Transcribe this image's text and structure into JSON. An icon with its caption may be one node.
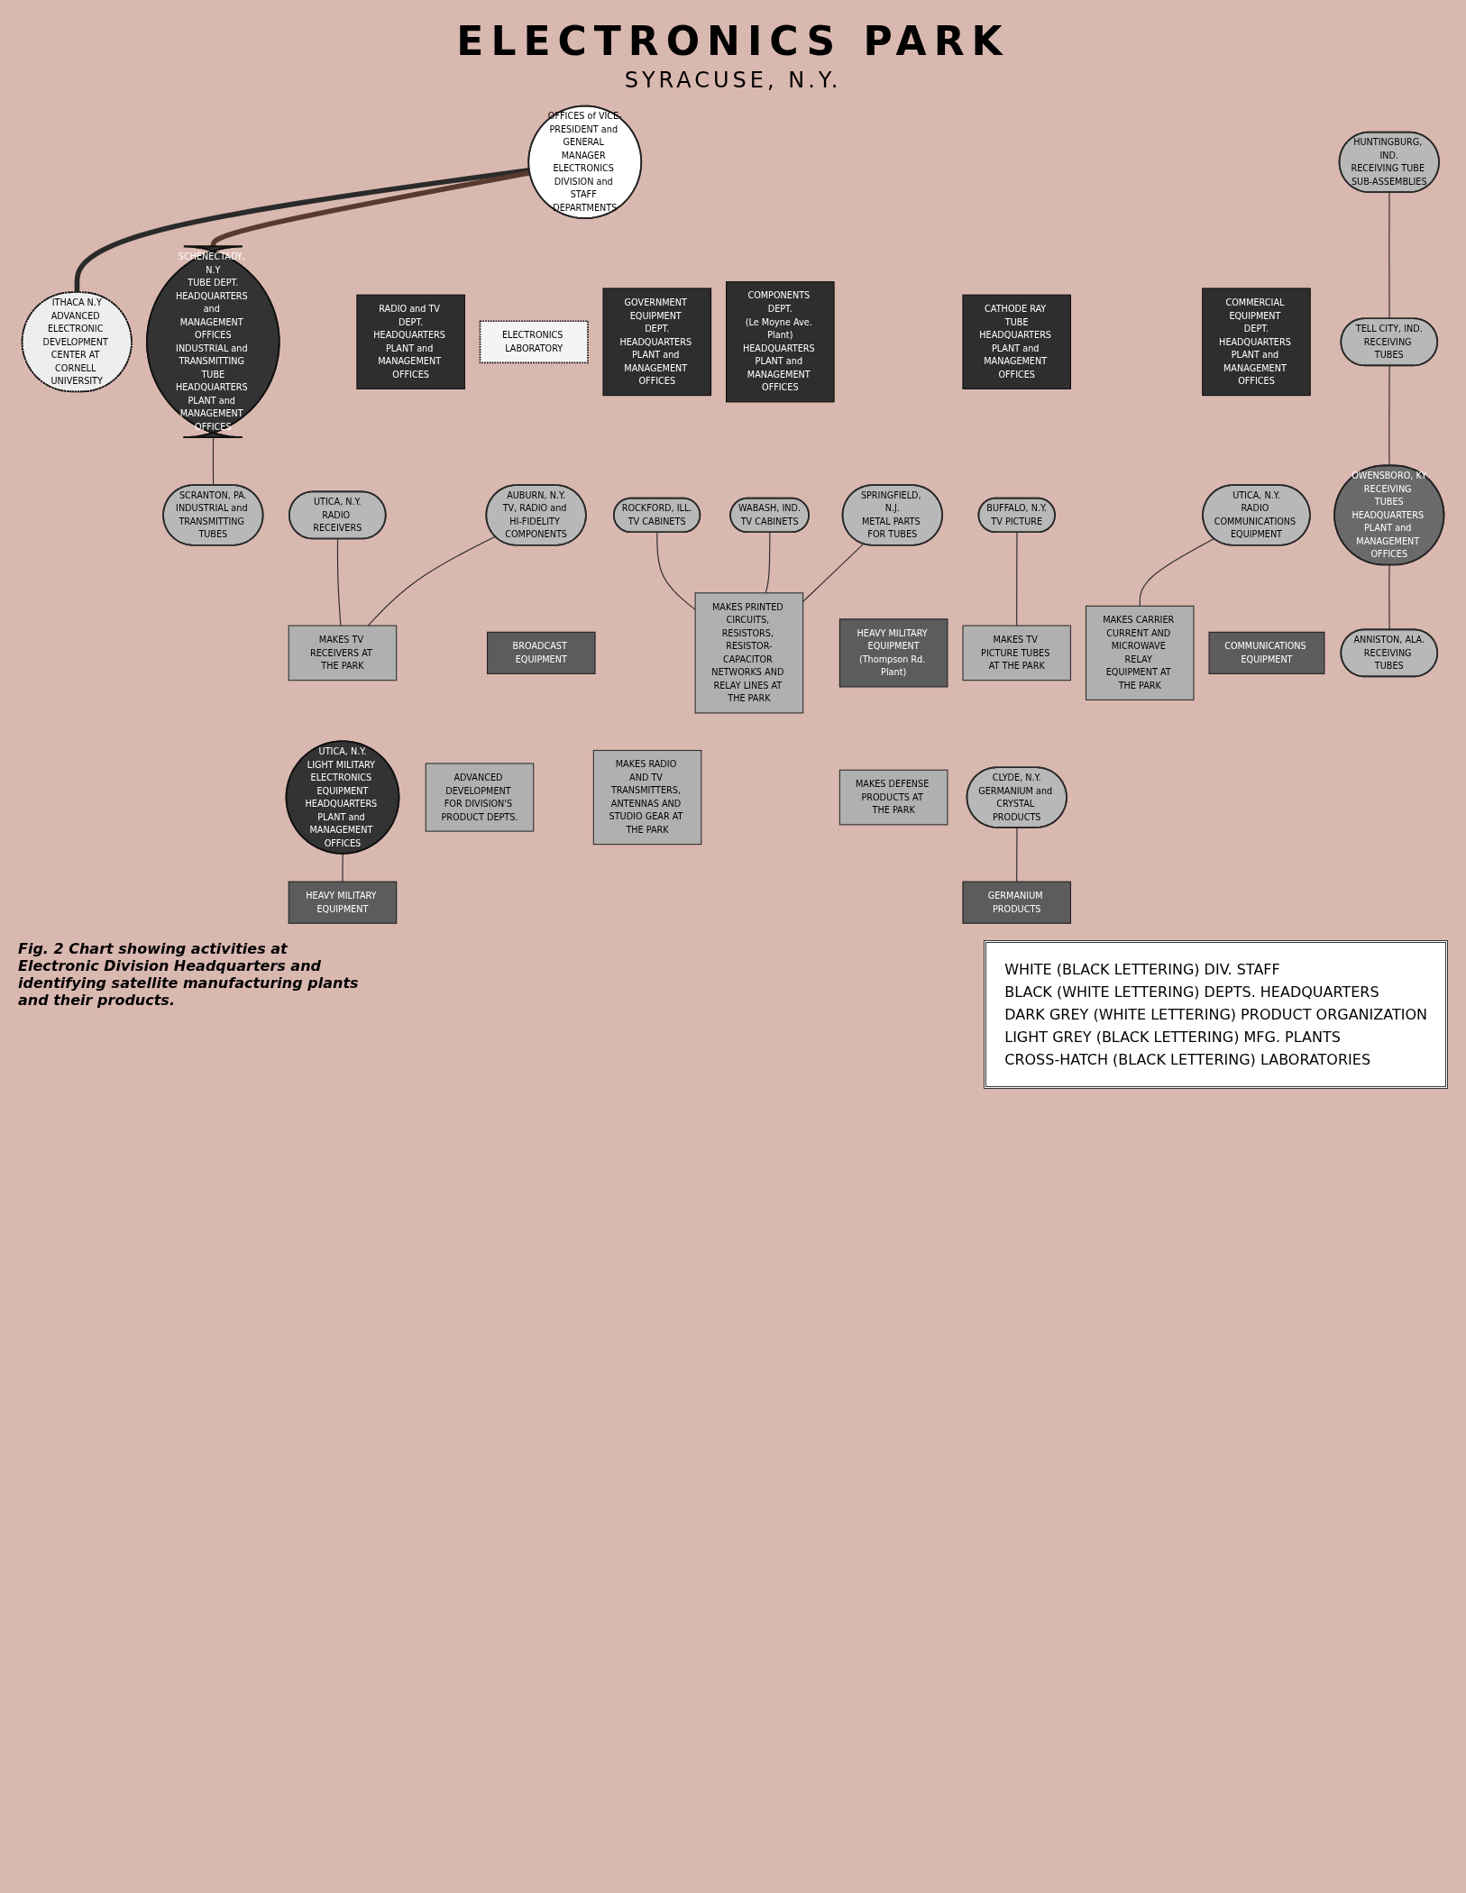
{
  "diagram": {
    "title": "ELECTRONICS PARK",
    "caption": "Fig. 2 Chart showing activities at Electronic Division Headquarters and identifying satellite manufacturing plants and their products.",
    "nodes": [
      {
        "text": [
          "OFFICES of VICE-PRESIDENT and GENERAL MANAGER ELECTRONICS DIVISION and STAFF DEPARTMENTS"
        ]
      },
      {
        "text": [
          "RADIO and TV DEPT.",
          "HEADQUARTERS PLANT and MANAGEMENT OFFICES"
        ]
      },
      {
        "text": [
          "ELECTRONICS LABORATORY"
        ]
      },
      {
        "text": [
          "GOVERNMENT EQUIPMENT DEPT.",
          "HEADQUARTERS PLANT and MANAGEMENT OFFICES"
        ]
      },
      {
        "text": [
          "COMPONENTS DEPT.",
          "(Le Moyne Ave. Plant)",
          "HEADQUARTERS PLANT and MANAGEMENT OFFICES"
        ]
      },
      {
        "text": [
          "CATHODE RAY TUBE",
          "HEADQUARTERS PLANT and MANAGEMENT OFFICES"
        ]
      },
      {
        "text": [
          "COMMERCIAL EQUIPMENT DEPT.",
          "HEADQUARTERS PLANT and MANAGEMENT OFFICES"
        ]
      },
      {
        "text": [
          "BROADCAST EQUIPMENT"
        ]
      },
      {
        "text": [
          "COMMUNICATIONS EQUIPMENT"
        ]
      },
      {
        "text": [
          "GERMANIUM PRODUCTS"
        ]
      },
      {
        "text": [
          "HEAVY MILITARY EQUIPMENT"
        ]
      },
      {
        "text": [
          "HEAVY MILITARY EQUIPMENT",
          "(Thompson Rd. Plant)"
        ]
      },
      {
        "text": [
          "MAKES TV RECEIVERS AT THE PARK"
        ]
      },
      {
        "text": [
          "ADVANCED DEVELOPMENT FOR DIVISION'S PRODUCT DEPTS."
        ]
      },
      {
        "text": [
          "MAKES DEFENSE PRODUCTS AT THE PARK"
        ]
      },
      {
        "text": [
          "MAKES PRINTED CIRCUITS, RESISTORS, RESISTOR-CAPACITOR NETWORKS AND RELAY LINES AT THE PARK"
        ]
      },
      {
        "text": [
          "MAKES TV PICTURE TUBES AT THE PARK"
        ]
      },
      {
        "text": [
          "MAKES CARRIER CURRENT AND MICROWAVE RELAY EQUIPMENT AT THE PARK"
        ]
      },
      {
        "text": [
          "MAKES RADIO AND TV TRANSMITTERS, ANTENNAS AND STUDIO GEAR AT THE PARK"
        ]
      },
      {
        "text": [
          "UTICA, N.Y.",
          "RADIO RECEIVERS"
        ]
      },
      {
        "text": [
          "AUBURN, N.Y.",
          "TV, RADIO and HI-FIDELITY COMPONENTS"
        ]
      },
      {
        "text": [
          "UTICA, N.Y.",
          "LIGHT MILITARY ELECTRONICS EQUIPMENT",
          "HEADQUARTERS PLANT and MANAGEMENT OFFICES"
        ]
      },
      {
        "text": [
          "ITHACA N.Y",
          "ADVANCED ELECTRONIC DEVELOPMENT CENTER AT CORNELL UNIVERSITY"
        ]
      },
      {
        "text": [
          "UTICA, N.Y.",
          "RADIO COMMUNICATIONS EQUIPMENT"
        ]
      },
      {
        "text": [
          "CLYDE, N.Y.",
          "GERMANIUM and CRYSTAL PRODUCTS"
        ]
      },
      {
        "text": [
          "BUFFALO, N.Y.",
          "TV PICTURE"
        ]
      },
      {
        "text": [
          "ROCKFORD, ILL.",
          "TV CABINETS"
        ]
      },
      {
        "text": [
          "WABASH, IND.",
          "TV CABINETS"
        ]
      },
      {
        "text": [
          "SPRINGFIELD, N.J.",
          "METAL PARTS FOR TUBES"
        ]
      },
      {
        "text": [
          "SCHENECTADY, N.Y",
          "TUBE DEPT.",
          "HEADQUARTERS and MANAGEMENT OFFICES",
          "INDUSTRIAL and TRANSMITTING TUBE",
          "HEADQUARTERS PLANT and MANAGEMENT OFFICES"
        ]
      },
      {
        "text": [
          "HUNTINGBURG, IND.",
          "RECEIVING TUBE SUB-ASSEMBLIES"
        ]
      },
      {
        "text": [
          "TELL CITY, IND.",
          "RECEIVING TUBES"
        ]
      },
      {
        "text": [
          "SCRANTON, PA.",
          "INDUSTRIAL and TRANSMITTING TUBES"
        ]
      },
      {
        "text": [
          "OWENSBORO, KY",
          "RECEIVING TUBES",
          "HEADQUARTERS PLANT and MANAGEMENT OFFICES"
        ]
      },
      {
        "text": [
          "ANNISTON, ALA.",
          "RECEIVING TUBES"
        ]
      }
    ],
    "edges": [
      {
        "from": 19,
        "to": 12,
        "arrow": "none"
      },
      {
        "from": 20,
        "to": 12,
        "arrow": "none"
      },
      {
        "from": 21,
        "to": 10,
        "arrow": "none"
      },
      {
        "from": 0,
        "to": 22,
        "arrow": "none",
        "style": "thick"
      },
      {
        "from": 23,
        "to": 17,
        "arrow": "none"
      },
      {
        "from": 24,
        "to": 9,
        "arrow": "none"
      },
      {
        "from": 25,
        "to": 16,
        "arrow": "none"
      },
      {
        "from": 26,
        "to": 15,
        "arrow": "none"
      },
      {
        "from": 27,
        "to": 15,
        "arrow": "none"
      },
      {
        "from": 28,
        "to": 15,
        "arrow": "none"
      },
      {
        "from": 0,
        "to": 29,
        "arrow": "none",
        "style": "thick",
        "color": "#5a3a2e"
      },
      {
        "from": 29,
        "to": 32,
        "arrow": "none"
      },
      {
        "from": 30,
        "to": 31,
        "arrow": "none"
      },
      {
        "from": 31,
        "to": 33,
        "arrow": "none"
      },
      {
        "from": 33,
        "to": 34,
        "arrow": "none"
      }
    ],
    "labels": [
      "SYRACUSE, N.Y."
    ],
    "legend": [
      {
        "text": "WHITE (BLACK LETTERING) DIV. STAFF"
      },
      {
        "text": "BLACK (WHITE LETTERING) DEPTS. HEADQUARTERS"
      },
      {
        "text": "DARK GREY (WHITE LETTERING) PRODUCT ORGANIZATION"
      },
      {
        "text": "LIGHT GREY (BLACK LETTERING) MFG. PLANTS"
      },
      {
        "text": "CROSS-HATCH (BLACK LETTERING) LABORATORIES"
      }
    ]
  }
}
